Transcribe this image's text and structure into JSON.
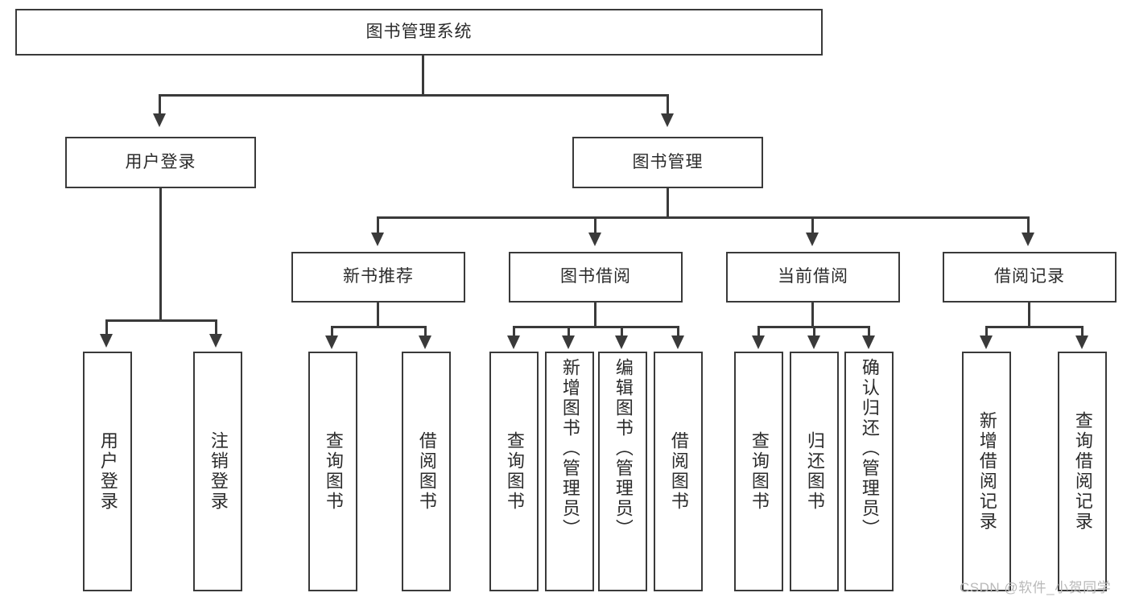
{
  "diagram": {
    "type": "tree-hierarchy-chart",
    "title": "图书管理系统",
    "root": {
      "label": "图书管理系统"
    },
    "level2": [
      {
        "label": "用户登录"
      },
      {
        "label": "图书管理"
      }
    ],
    "level3": [
      {
        "label": "新书推荐"
      },
      {
        "label": "图书借阅"
      },
      {
        "label": "当前借阅"
      },
      {
        "label": "借阅记录"
      }
    ],
    "leaves": {
      "user_login": [
        {
          "label": "用户登录"
        },
        {
          "label": "注销登录"
        }
      ],
      "new_book_recommend": [
        {
          "label": "查询图书"
        },
        {
          "label": "借阅图书"
        }
      ],
      "book_borrow": [
        {
          "label": "查询图书"
        },
        {
          "label": "新增图书（管理员）"
        },
        {
          "label": "编辑图书（管理员）"
        },
        {
          "label": "借阅图书"
        }
      ],
      "current_borrow": [
        {
          "label": "查询图书"
        },
        {
          "label": "归还图书"
        },
        {
          "label": "确认归还（管理员）"
        }
      ],
      "borrow_record": [
        {
          "label": "新增借阅记录"
        },
        {
          "label": "查询借阅记录"
        }
      ]
    }
  },
  "watermark": {
    "text": "CSDN @软件_小贺同学"
  },
  "colors": {
    "stroke": "#3a3a3a",
    "text": "#2b2b2b",
    "background": "#ffffff",
    "watermark": "#b9b9b9"
  }
}
